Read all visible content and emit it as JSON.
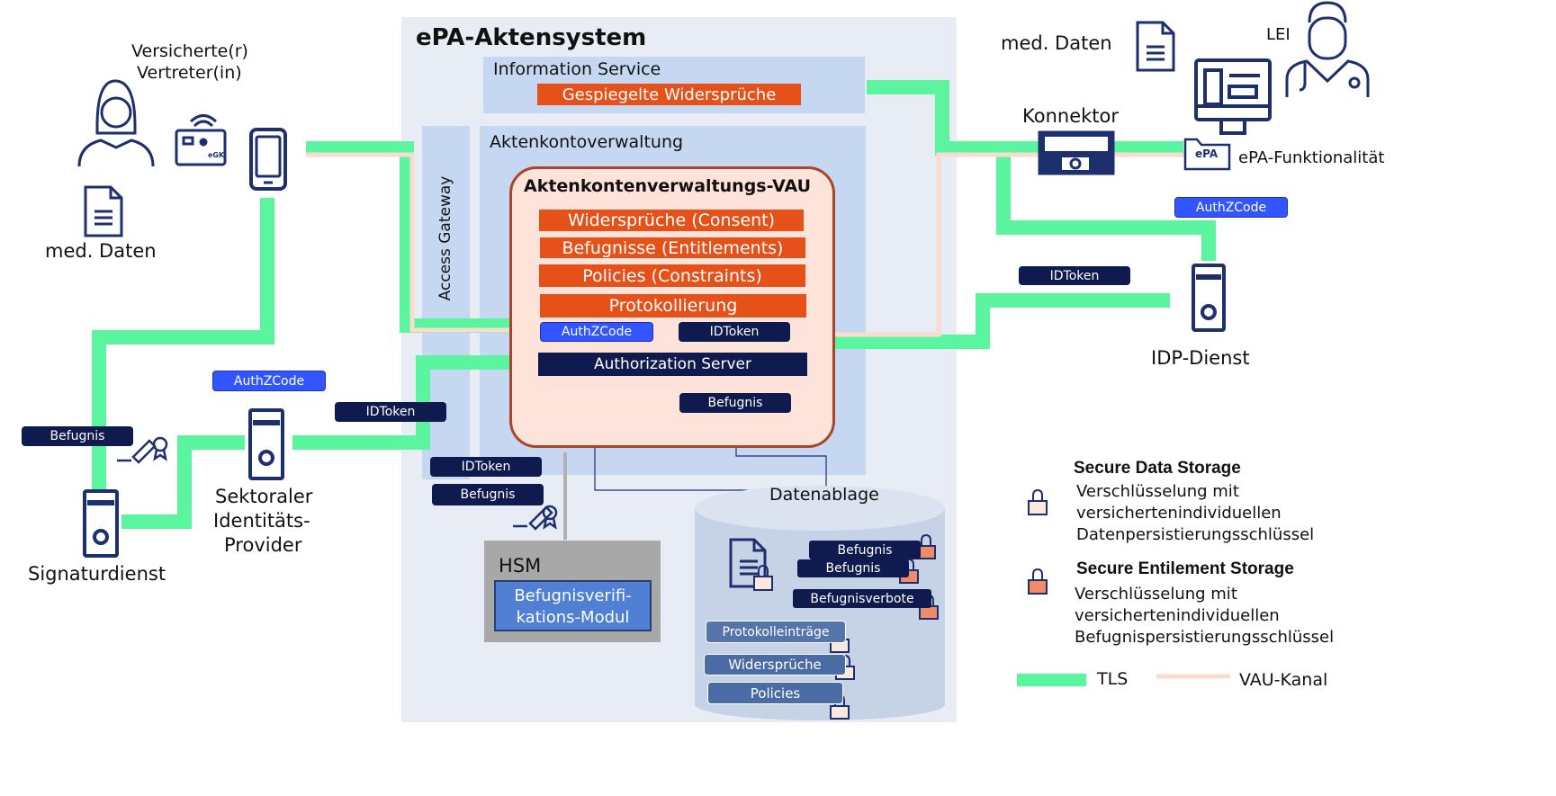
{
  "system_title": "ePA-Aktensystem",
  "information_service": {
    "title": "Information Service",
    "item": "Gespiegelte Widersprüche"
  },
  "aktenkontoverwaltung": {
    "title": "Aktenkontoverwaltung",
    "vau_title": "Aktenkontenverwaltungs-VAU",
    "items": [
      "Widersprüche (Consent)",
      "Befugnisse (Entitlements)",
      "Policies (Constraints)",
      "Protokollierung"
    ],
    "authzcode": "AuthZCode",
    "idtoken": "IDToken",
    "authorization_server": "Authorization Server",
    "befugnis": "Befugnis"
  },
  "access_gateway": "Access Gateway",
  "left": {
    "versicherte_line1": "Versicherte(r)",
    "versicherte_line2": "Vertreter(in)",
    "egk_label": "eGK",
    "med_daten": "med. Daten",
    "authzcode": "AuthZCode",
    "befugnis": "Befugnis",
    "idtoken": "IDToken",
    "sektoraler_line1": "Sektoraler",
    "sektoraler_line2": "Identitäts-",
    "sektoraler_line3": "Provider",
    "signaturdienst": "Signaturdienst"
  },
  "bottom_tokens": {
    "idtoken": "IDToken",
    "befugnis": "Befugnis"
  },
  "hsm": {
    "title": "HSM",
    "module_line1": "Befugnisverifi-",
    "module_line2": "kations-Modul"
  },
  "datenablage": {
    "title": "Datenablage",
    "items": [
      "Befugnis",
      "Befugnis",
      "Befugnisverbote",
      "Protokolleinträge",
      "Widersprüche",
      "Policies"
    ]
  },
  "right": {
    "med_daten": "med. Daten",
    "lei": "LEI",
    "konnektor": "Konnektor",
    "epa_badge": "ePA",
    "epa_funktionalitaet": "ePA-Funktionalität",
    "authzcode": "AuthZCode",
    "idtoken": "IDToken",
    "idp_dienst": "IDP-Dienst"
  },
  "legend": {
    "sds_title": "Secure Data Storage",
    "sds_line1": "Verschlüsselung mit",
    "sds_line2": "versichertenindividuellen",
    "sds_line3": "Datenpersistierungsschlüssel",
    "ses_title": "Secure Entilement Storage",
    "ses_line1": "Verschlüsselung mit",
    "ses_line2": "versichertenindividuellen",
    "ses_line3": "Befugnispersistierungsschlüssel",
    "tls": "TLS",
    "vau_kanal": "VAU-Kanal"
  },
  "colors": {
    "tls": "#5cf59f",
    "vau_channel": "#f9dbd0",
    "orange": "#e65119",
    "navy": "#0f1a4e",
    "blue_token": "#3355ff",
    "system_bg": "#e8edf5",
    "panel_bg": "#c6d8f1",
    "vau_fill": "#fde3da",
    "vau_border": "#a9452a",
    "hsm_bg": "#a8a8a8",
    "hsm_module": "#4f80d4",
    "icon": "#1e2f6e"
  }
}
